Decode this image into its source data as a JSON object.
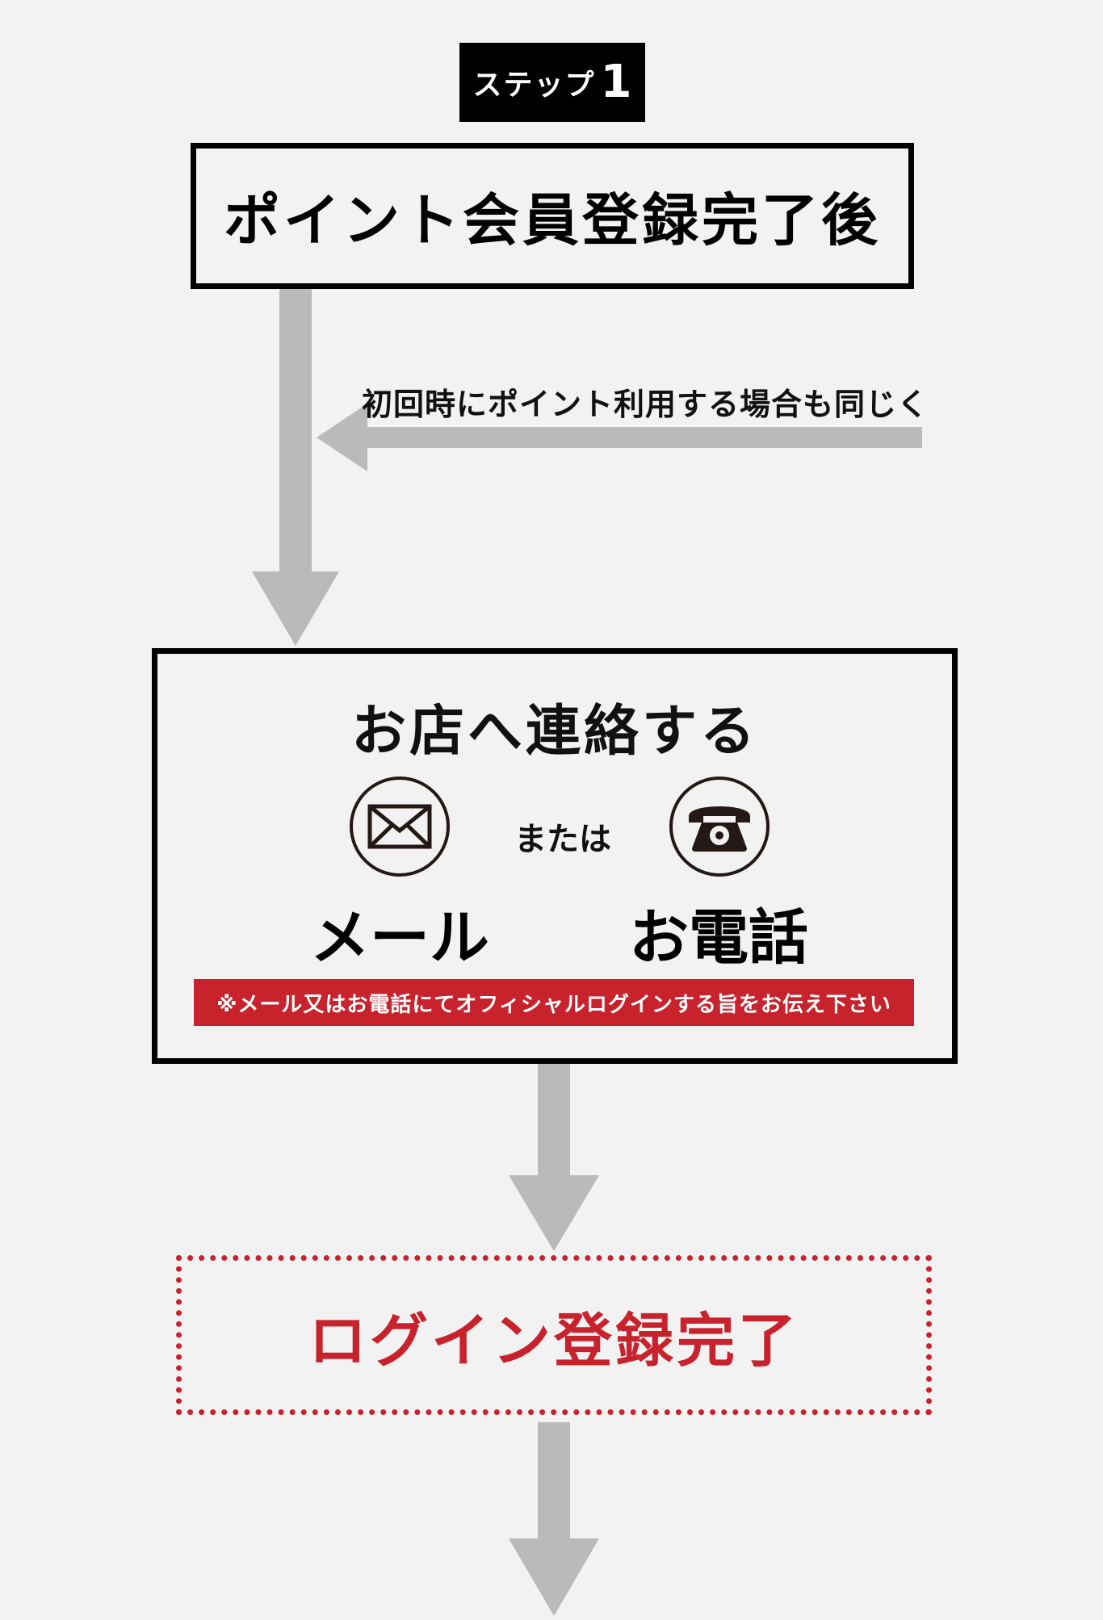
{
  "step": {
    "word": "ステップ",
    "number": "1"
  },
  "box1": {
    "title": "ポイント会員登録完了後"
  },
  "side_note": "初回時にポイント利用する場合も同じく",
  "box2": {
    "title": "お店へ連絡する",
    "or_text": "または",
    "mail_label": "メール",
    "phone_label": "お電話",
    "notice": "※メール又はお電話にてオフィシャルログインする旨をお伝え下さい"
  },
  "box3": {
    "title": "ログイン登録完了"
  },
  "colors": {
    "background": "#f2f2f2",
    "arrow": "#bababa",
    "accent_red": "#c8222d",
    "border": "#000000"
  },
  "icons": [
    "envelope-icon",
    "telephone-icon"
  ]
}
